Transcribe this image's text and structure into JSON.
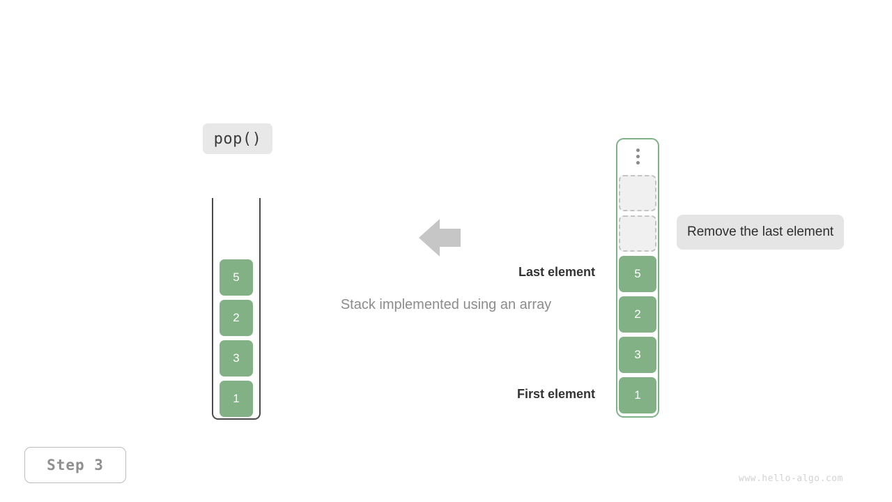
{
  "operation": {
    "label": "pop()"
  },
  "caption": "Stack implemented using an array",
  "annotations": {
    "last_element": "Last element",
    "first_element": "First element"
  },
  "note": "Remove the last element",
  "step": {
    "label": "Step 3"
  },
  "watermark": "www.hello-algo.com",
  "stack": {
    "cells": [
      {
        "value": "5"
      },
      {
        "value": "2"
      },
      {
        "value": "3"
      },
      {
        "value": "1"
      }
    ]
  },
  "array": {
    "overflow_indicator": "vertical-ellipsis",
    "cells": [
      {
        "value": "",
        "state": "empty"
      },
      {
        "value": "",
        "state": "empty"
      },
      {
        "value": "5",
        "state": "filled"
      },
      {
        "value": "2",
        "state": "filled"
      },
      {
        "value": "3",
        "state": "filled"
      },
      {
        "value": "1",
        "state": "filled"
      }
    ]
  },
  "arrow": {
    "direction": "left"
  },
  "colors": {
    "element_green": "#81b184",
    "array_border_green": "#7fb286",
    "stack_border_gray": "#4a4a4a",
    "empty_slot_fill": "#f0f0f0",
    "empty_slot_border": "#c4c4c4",
    "label_bg": "#e8e8e8",
    "note_bg": "#e5e5e5",
    "arrow_gray": "#c6c6c6",
    "caption_gray": "#8c8c8c",
    "step_text_gray": "#8f8f8f",
    "watermark_gray": "#d2d2d2",
    "background": "#ffffff"
  }
}
